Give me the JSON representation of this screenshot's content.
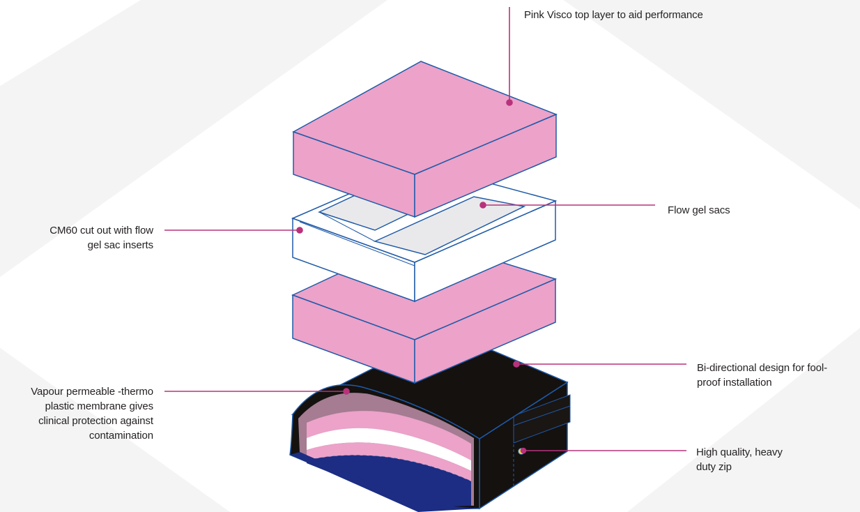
{
  "labels": {
    "top_layer": "Pink Visco top layer to aid performance",
    "gel_sacs": "Flow gel sacs",
    "cm60_line1": "CM60 cut out with flow",
    "cm60_line2": "gel sac inserts",
    "bidirectional_line1": "Bi-directional design for fool-",
    "bidirectional_line2": "proof installation",
    "vapour_line1": "Vapour permeable -thermo",
    "vapour_line2": "plastic membrane gives",
    "vapour_line3": "clinical protection against",
    "vapour_line4": "contamination",
    "zip_line1": "High quality, heavy",
    "zip_line2": "duty zip"
  },
  "colors": {
    "background": "#ffffff",
    "background_shape": "#f4f4f5",
    "pink_foam": "#eca2c9",
    "outline_blue": "#1f5aa8",
    "gel_sac": "#e9e9eb",
    "cover_black": "#14110f",
    "base_blue": "#1c2d83",
    "leader_magenta": "#b8327b",
    "text": "#231f20"
  }
}
